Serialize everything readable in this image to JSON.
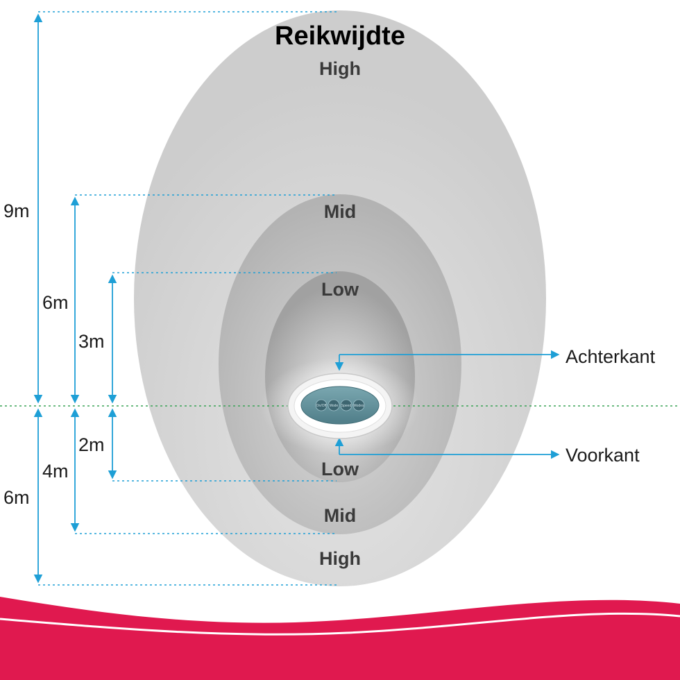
{
  "title": "Reikwijdte",
  "zones": {
    "top": {
      "high": "High",
      "mid": "Mid",
      "low": "Low"
    },
    "bottom": {
      "low": "Low",
      "mid": "Mid",
      "high": "High"
    }
  },
  "dimensions": {
    "back": {
      "high": "9m",
      "mid": "6m",
      "low": "3m"
    },
    "front": {
      "low": "2m",
      "mid": "4m",
      "high": "6m"
    }
  },
  "sides": {
    "back_label": "Achterkant",
    "front_label": "Voorkant"
  },
  "device": {
    "buttons": [
      "On/Off",
      "Mode",
      "Speed",
      "Modes"
    ]
  },
  "colors": {
    "arrow": "#1e9fd6",
    "baseline": "#3aa356",
    "zone_high": "#d2d2d2",
    "zone_mid": "#b8b8b8",
    "zone_low": "#a3a3a3",
    "wave": "#e0194f"
  }
}
